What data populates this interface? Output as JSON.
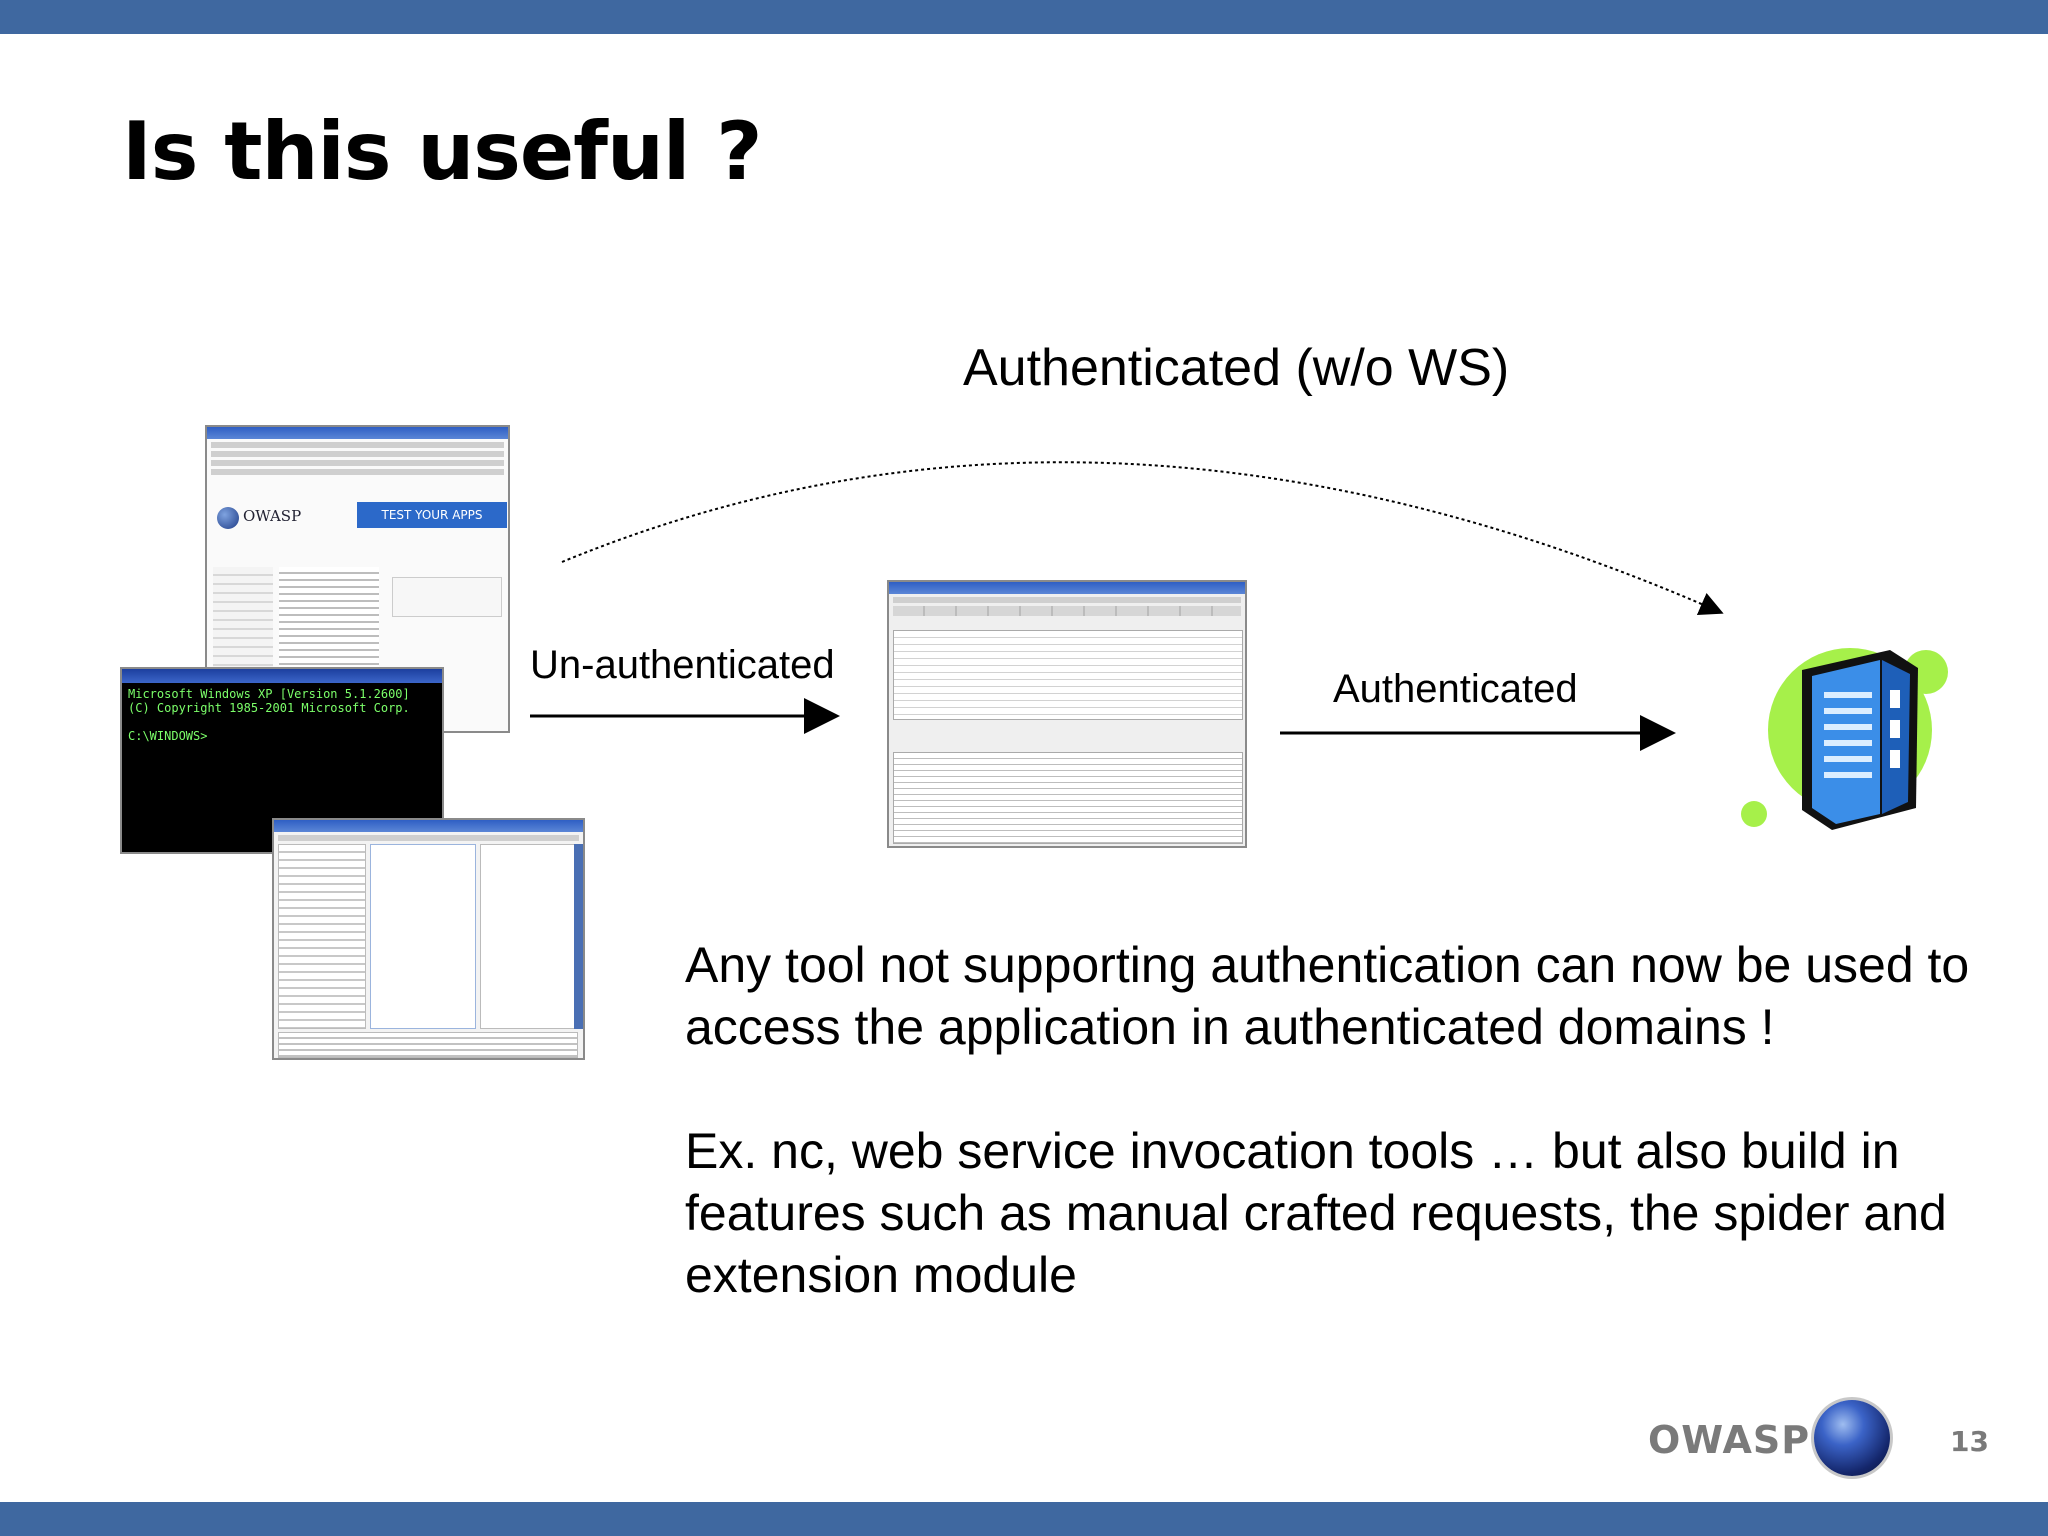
{
  "slide": {
    "title": "Is this useful ?",
    "page_number": "13"
  },
  "diagram": {
    "label_top": "Authenticated (w/o  WS)",
    "label_unauth": "Un-authenticated",
    "label_auth": "Authenticated"
  },
  "cmd_window": {
    "title": "cmd.exe",
    "lines": "Microsoft Windows XP [Version 5.1.2600]\n(C) Copyright 1985-2001 Microsoft Corp.\n\nC:\\WINDOWS>"
  },
  "ie_window": {
    "title": "OWASP - Home - Microsoft Internet Explorer",
    "logo_text": "OWASP",
    "banner_text": "TEST YOUR APPS"
  },
  "webscarab_window": {
    "title": "WebScarab"
  },
  "soap_window": {
    "title": "soapUI 1.5"
  },
  "body": {
    "p1": "Any tool not supporting authentication can now be used to access the application in authenticated domains !",
    "p2": "Ex. nc, web service invocation tools … but also build in features such as manual crafted requests, the spider and extension module"
  },
  "footer": {
    "logo": "OWASP"
  },
  "colors": {
    "bar": "#3f68a0",
    "server_green": "#a6f04a",
    "server_blue": "#3b8ee8"
  }
}
